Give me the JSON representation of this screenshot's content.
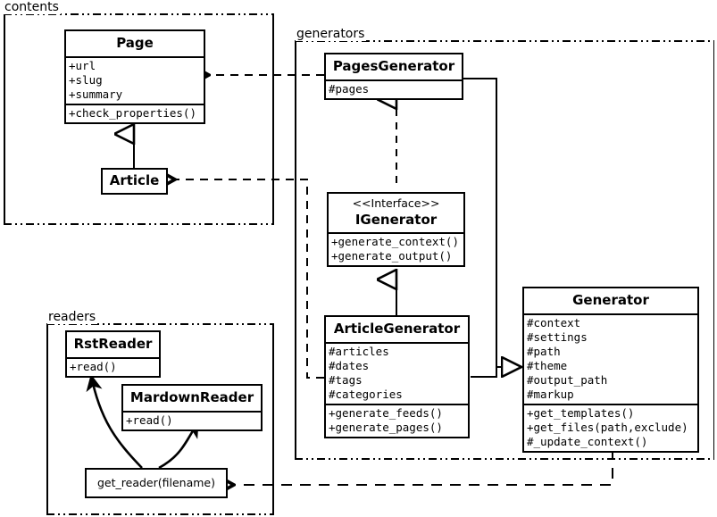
{
  "diagram": {
    "kind": "uml-class-diagram",
    "background": "#ffffff",
    "line_color": "#000000",
    "packages": [
      {
        "id": "contents",
        "label": "contents"
      },
      {
        "id": "generators",
        "label": "generators"
      },
      {
        "id": "readers",
        "label": "readers"
      }
    ],
    "classes": {
      "page": {
        "name": "Page",
        "attributes": [
          "+url",
          "+slug",
          "+summary"
        ],
        "operations": [
          "+check_properties()"
        ]
      },
      "article": {
        "name": "Article",
        "attributes": [],
        "operations": []
      },
      "pages_generator": {
        "name": "PagesGenerator",
        "attributes": [
          "#pages"
        ],
        "operations": []
      },
      "igenerator": {
        "stereotype": "<<Interface>>",
        "name": "IGenerator",
        "attributes": [],
        "operations": [
          "+generate_context()",
          "+generate_output()"
        ]
      },
      "article_generator": {
        "name": "ArticleGenerator",
        "attributes": [
          "#articles",
          "#dates",
          "#tags",
          "#categories"
        ],
        "operations": [
          "+generate_feeds()",
          "+generate_pages()"
        ]
      },
      "generator": {
        "name": "Generator",
        "attributes": [
          "#context",
          "#settings",
          "#path",
          "#theme",
          "#output_path",
          "#markup"
        ],
        "operations": [
          "+get_templates()",
          "+get_files(path,exclude)",
          "#_update_context()"
        ]
      },
      "rst_reader": {
        "name": "RstReader",
        "attributes": [],
        "operations": [
          "+read()"
        ]
      },
      "mardown_reader": {
        "name": "MardownReader",
        "attributes": [],
        "operations": [
          "+read()"
        ]
      },
      "get_reader": {
        "name": "get_reader(filename)"
      }
    },
    "relationships": [
      {
        "id": "article-extends-page",
        "type": "generalization",
        "from": "Article",
        "to": "Page"
      },
      {
        "id": "pagesgenerator-realizes-igenerator",
        "type": "realization",
        "from": "PagesGenerator",
        "to": "IGenerator"
      },
      {
        "id": "articlegenerator-extends-igenerator",
        "type": "generalization",
        "from": "ArticleGenerator",
        "to": "IGenerator"
      },
      {
        "id": "pagesgenerator-extends-generator",
        "type": "generalization",
        "from": "PagesGenerator",
        "to": "Generator"
      },
      {
        "id": "articlegenerator-extends-generator",
        "type": "generalization",
        "from": "ArticleGenerator",
        "to": "Generator"
      },
      {
        "id": "pagesgenerator-uses-page",
        "type": "dependency",
        "from": "PagesGenerator",
        "to": "Page"
      },
      {
        "id": "articlegenerator-uses-article",
        "type": "dependency",
        "from": "ArticleGenerator",
        "to": "Article"
      },
      {
        "id": "generator-uses-get-reader",
        "type": "dependency",
        "from": "Generator",
        "to": "get_reader(filename)"
      },
      {
        "id": "get-reader-creates-rstreader",
        "type": "creates",
        "from": "get_reader(filename)",
        "to": "RstReader"
      },
      {
        "id": "get-reader-creates-mardownreader",
        "type": "creates",
        "from": "get_reader(filename)",
        "to": "MardownReader"
      }
    ]
  }
}
